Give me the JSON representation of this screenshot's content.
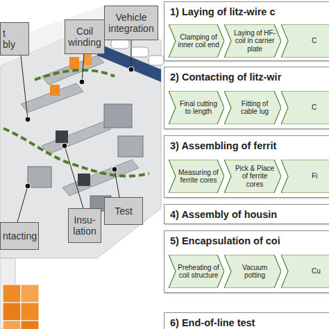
{
  "diagram": {
    "nodes": [
      {
        "text": [
          "t bly"
        ]
      },
      {
        "text": [
          "Coil winding"
        ]
      },
      {
        "text": [
          "Vehicle integration"
        ]
      },
      {
        "text": [
          "Test"
        ]
      },
      {
        "text": [
          "Insu- lation"
        ]
      },
      {
        "text": [
          "ntacting"
        ]
      },
      {
        "text": [
          "1) Laying of litz-wire c"
        ]
      },
      {
        "text": [
          "Clamping of inner coil end"
        ],
        "in": 6
      },
      {
        "text": [
          "Laying of HF-coil in carrier plate"
        ],
        "in": 6
      },
      {
        "text": [
          "C"
        ],
        "in": 6
      },
      {
        "text": [
          "2) Contacting of litz-wir"
        ]
      },
      {
        "text": [
          "Final cutting to length"
        ],
        "in": 10
      },
      {
        "text": [
          "Fitting of cable lug"
        ],
        "in": 10
      },
      {
        "text": [
          "C"
        ],
        "in": 10
      },
      {
        "text": [
          "3) Assembling of ferrit"
        ]
      },
      {
        "text": [
          "Measuring of ferrite cores"
        ],
        "in": 14
      },
      {
        "text": [
          "Pick & Place of ferrite cores"
        ],
        "in": 14
      },
      {
        "text": [
          "Fi"
        ],
        "in": 14
      },
      {
        "text": [
          "4) Assembly of housin"
        ]
      },
      {
        "text": [
          "5) Encapsulation of coi"
        ]
      },
      {
        "text": [
          "Preheating of coil structure"
        ],
        "in": 19
      },
      {
        "text": [
          "Vacuum potting"
        ],
        "in": 19
      },
      {
        "text": [
          "Cu"
        ],
        "in": 19
      },
      {
        "text": [
          "6) End-of-line test"
        ]
      }
    ]
  }
}
